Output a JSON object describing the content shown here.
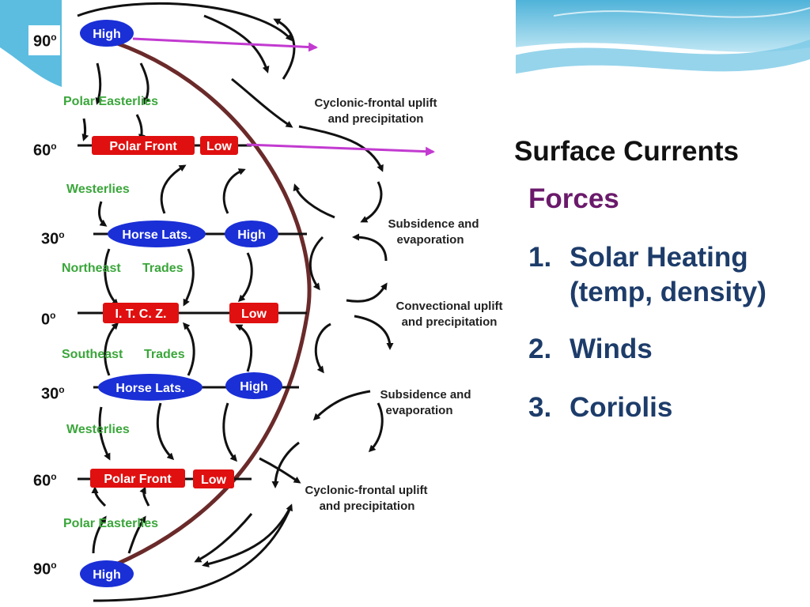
{
  "slide": {
    "title": "Surface Currents",
    "forces_heading": "Forces",
    "forces": [
      {
        "num": "1.",
        "line1": "Solar Heating",
        "line2": "(temp, density)"
      },
      {
        "num": "2.",
        "line1": "Winds",
        "line2": ""
      },
      {
        "num": "3.",
        "line1": "Coriolis",
        "line2": ""
      }
    ]
  },
  "latitudes": [
    {
      "value": "90",
      "sup": "o"
    },
    {
      "value": "60",
      "sup": "o"
    },
    {
      "value": "30",
      "sup": "o"
    },
    {
      "value": "0",
      "sup": "o"
    },
    {
      "value": "30",
      "sup": "o"
    },
    {
      "value": "60",
      "sup": "o"
    },
    {
      "value": "90",
      "sup": "o"
    }
  ],
  "diagram": {
    "pressure_high": "High",
    "pressure_low": "Low",
    "polar_front": "Polar Front",
    "horse_lats": "Horse Lats.",
    "itcz": "I. T. C. Z.",
    "winds": {
      "polar_easterlies": "Polar Easterlies",
      "westerlies": "Westerlies",
      "northeast": "Northeast",
      "southeast": "Southeast",
      "trades": "Trades"
    },
    "processes": {
      "cyclonic_1": "Cyclonic-frontal uplift",
      "cyclonic_2": "and precipitation",
      "subsidence_1": "Subsidence and",
      "subsidence_2": "evaporation",
      "convectional_1": "Convectional uplift",
      "convectional_2": "and precipitation"
    }
  },
  "colors": {
    "high_fill": "#1a2fd6",
    "low_fill": "#e01010",
    "wind_label": "#3aa63a",
    "earth_edge": "#6b2a2a",
    "pointer_arrow": "#c23ad0",
    "forces_heading": "#6b1a6b",
    "force_items": "#1d3c6a"
  }
}
